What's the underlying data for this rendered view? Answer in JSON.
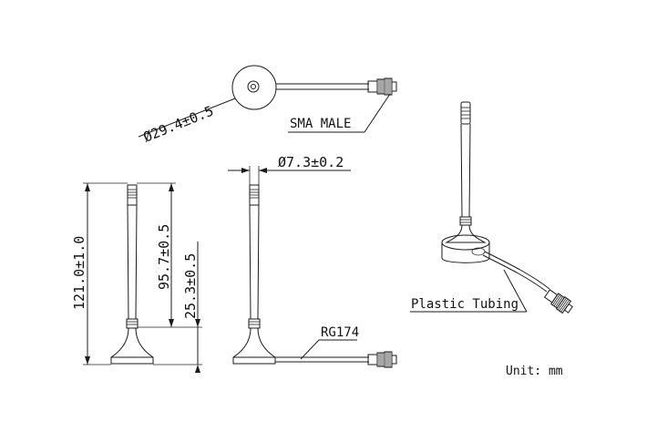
{
  "labels": {
    "base_diameter": "Ø29.4±0.5",
    "connector": "SMA MALE",
    "whip_diameter": "Ø7.3±0.2",
    "overall_height": "121.0±1.0",
    "whip_height": "95.7±0.5",
    "base_height": "25.3±0.5",
    "cable": "RG174",
    "tubing": "Plastic Tubing",
    "unit": "Unit: mm"
  }
}
